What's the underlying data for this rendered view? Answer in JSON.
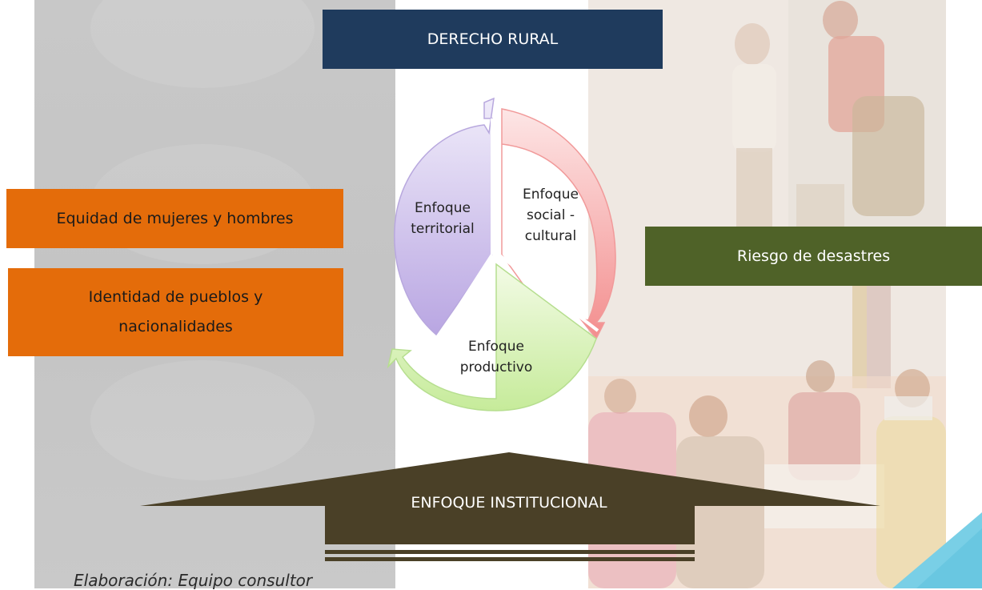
{
  "diagram": {
    "title": "DERECHO RURAL",
    "left_items": [
      "Equidad de mujeres y hombres",
      "Identidad de pueblos y nacionalidades"
    ],
    "right_item": "Riesgo de desastres",
    "cycle": {
      "territorial": [
        "Enfoque",
        "territorial"
      ],
      "social": [
        "Enfoque",
        "social -",
        "cultural"
      ],
      "productivo": [
        "Enfoque",
        "productivo"
      ]
    },
    "base_arrow": "ENFOQUE INSTITUCIONAL",
    "caption": "Elaboración: Equipo consultor"
  },
  "colors": {
    "title_bg": "#1f3b5d",
    "orange": "#e46c0a",
    "green": "#4f6228",
    "institutional": "#4a4027",
    "territorial": "#c9b8e8",
    "social": "#f7a6a6",
    "productivo": "#d6f0b0"
  }
}
